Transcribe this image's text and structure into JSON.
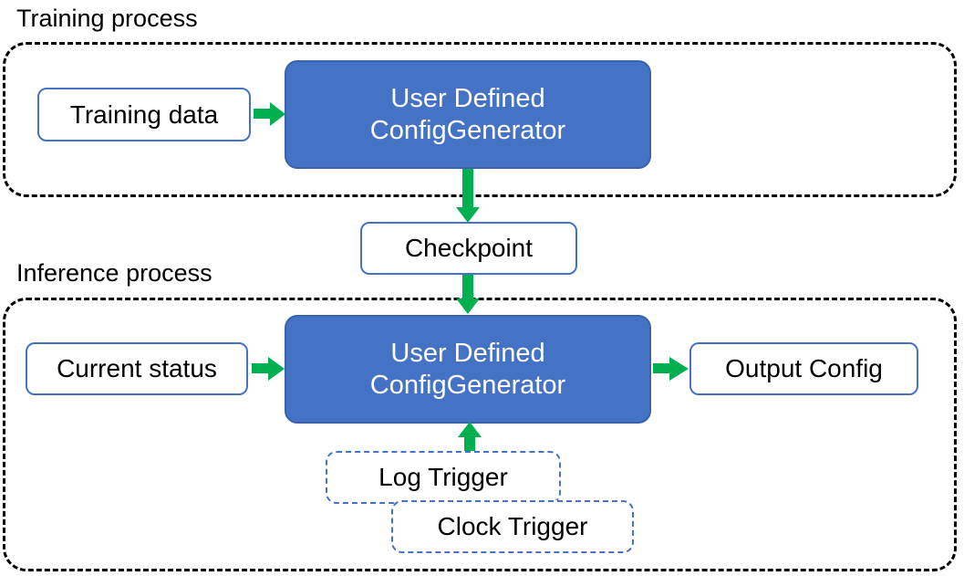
{
  "diagram": {
    "title_visible": false,
    "colors": {
      "process_fill": "#4472C4",
      "process_border": "#3A62AC",
      "node_border": "#4472C4",
      "arrow": "#00B050",
      "container_border": "#000000",
      "text_dark": "#000000",
      "text_light": "#FFFFFF",
      "background": "#FFFFFF"
    }
  },
  "sections": [
    {
      "id": "training",
      "caption": "Training process"
    },
    {
      "id": "inference",
      "caption": "Inference process"
    }
  ],
  "nodes": {
    "training_data": {
      "label": "Training data"
    },
    "training_generator": {
      "line1": "User Defined",
      "line2": "ConfigGenerator"
    },
    "checkpoint": {
      "label": "Checkpoint"
    },
    "current_status": {
      "label": "Current status"
    },
    "inference_generator": {
      "line1": "User Defined",
      "line2": "ConfigGenerator"
    },
    "output_config": {
      "label": "Output Config"
    },
    "log_trigger": {
      "label": "Log Trigger"
    },
    "clock_trigger": {
      "label": "Clock Trigger"
    }
  },
  "edges": [
    {
      "from": "training_data",
      "to": "training_generator",
      "direction": "right"
    },
    {
      "from": "training_generator",
      "to": "checkpoint",
      "direction": "down"
    },
    {
      "from": "checkpoint",
      "to": "inference_generator",
      "direction": "down"
    },
    {
      "from": "current_status",
      "to": "inference_generator",
      "direction": "right"
    },
    {
      "from": "inference_generator",
      "to": "output_config",
      "direction": "right"
    },
    {
      "from": "log_trigger",
      "to": "inference_generator",
      "direction": "up"
    }
  ]
}
